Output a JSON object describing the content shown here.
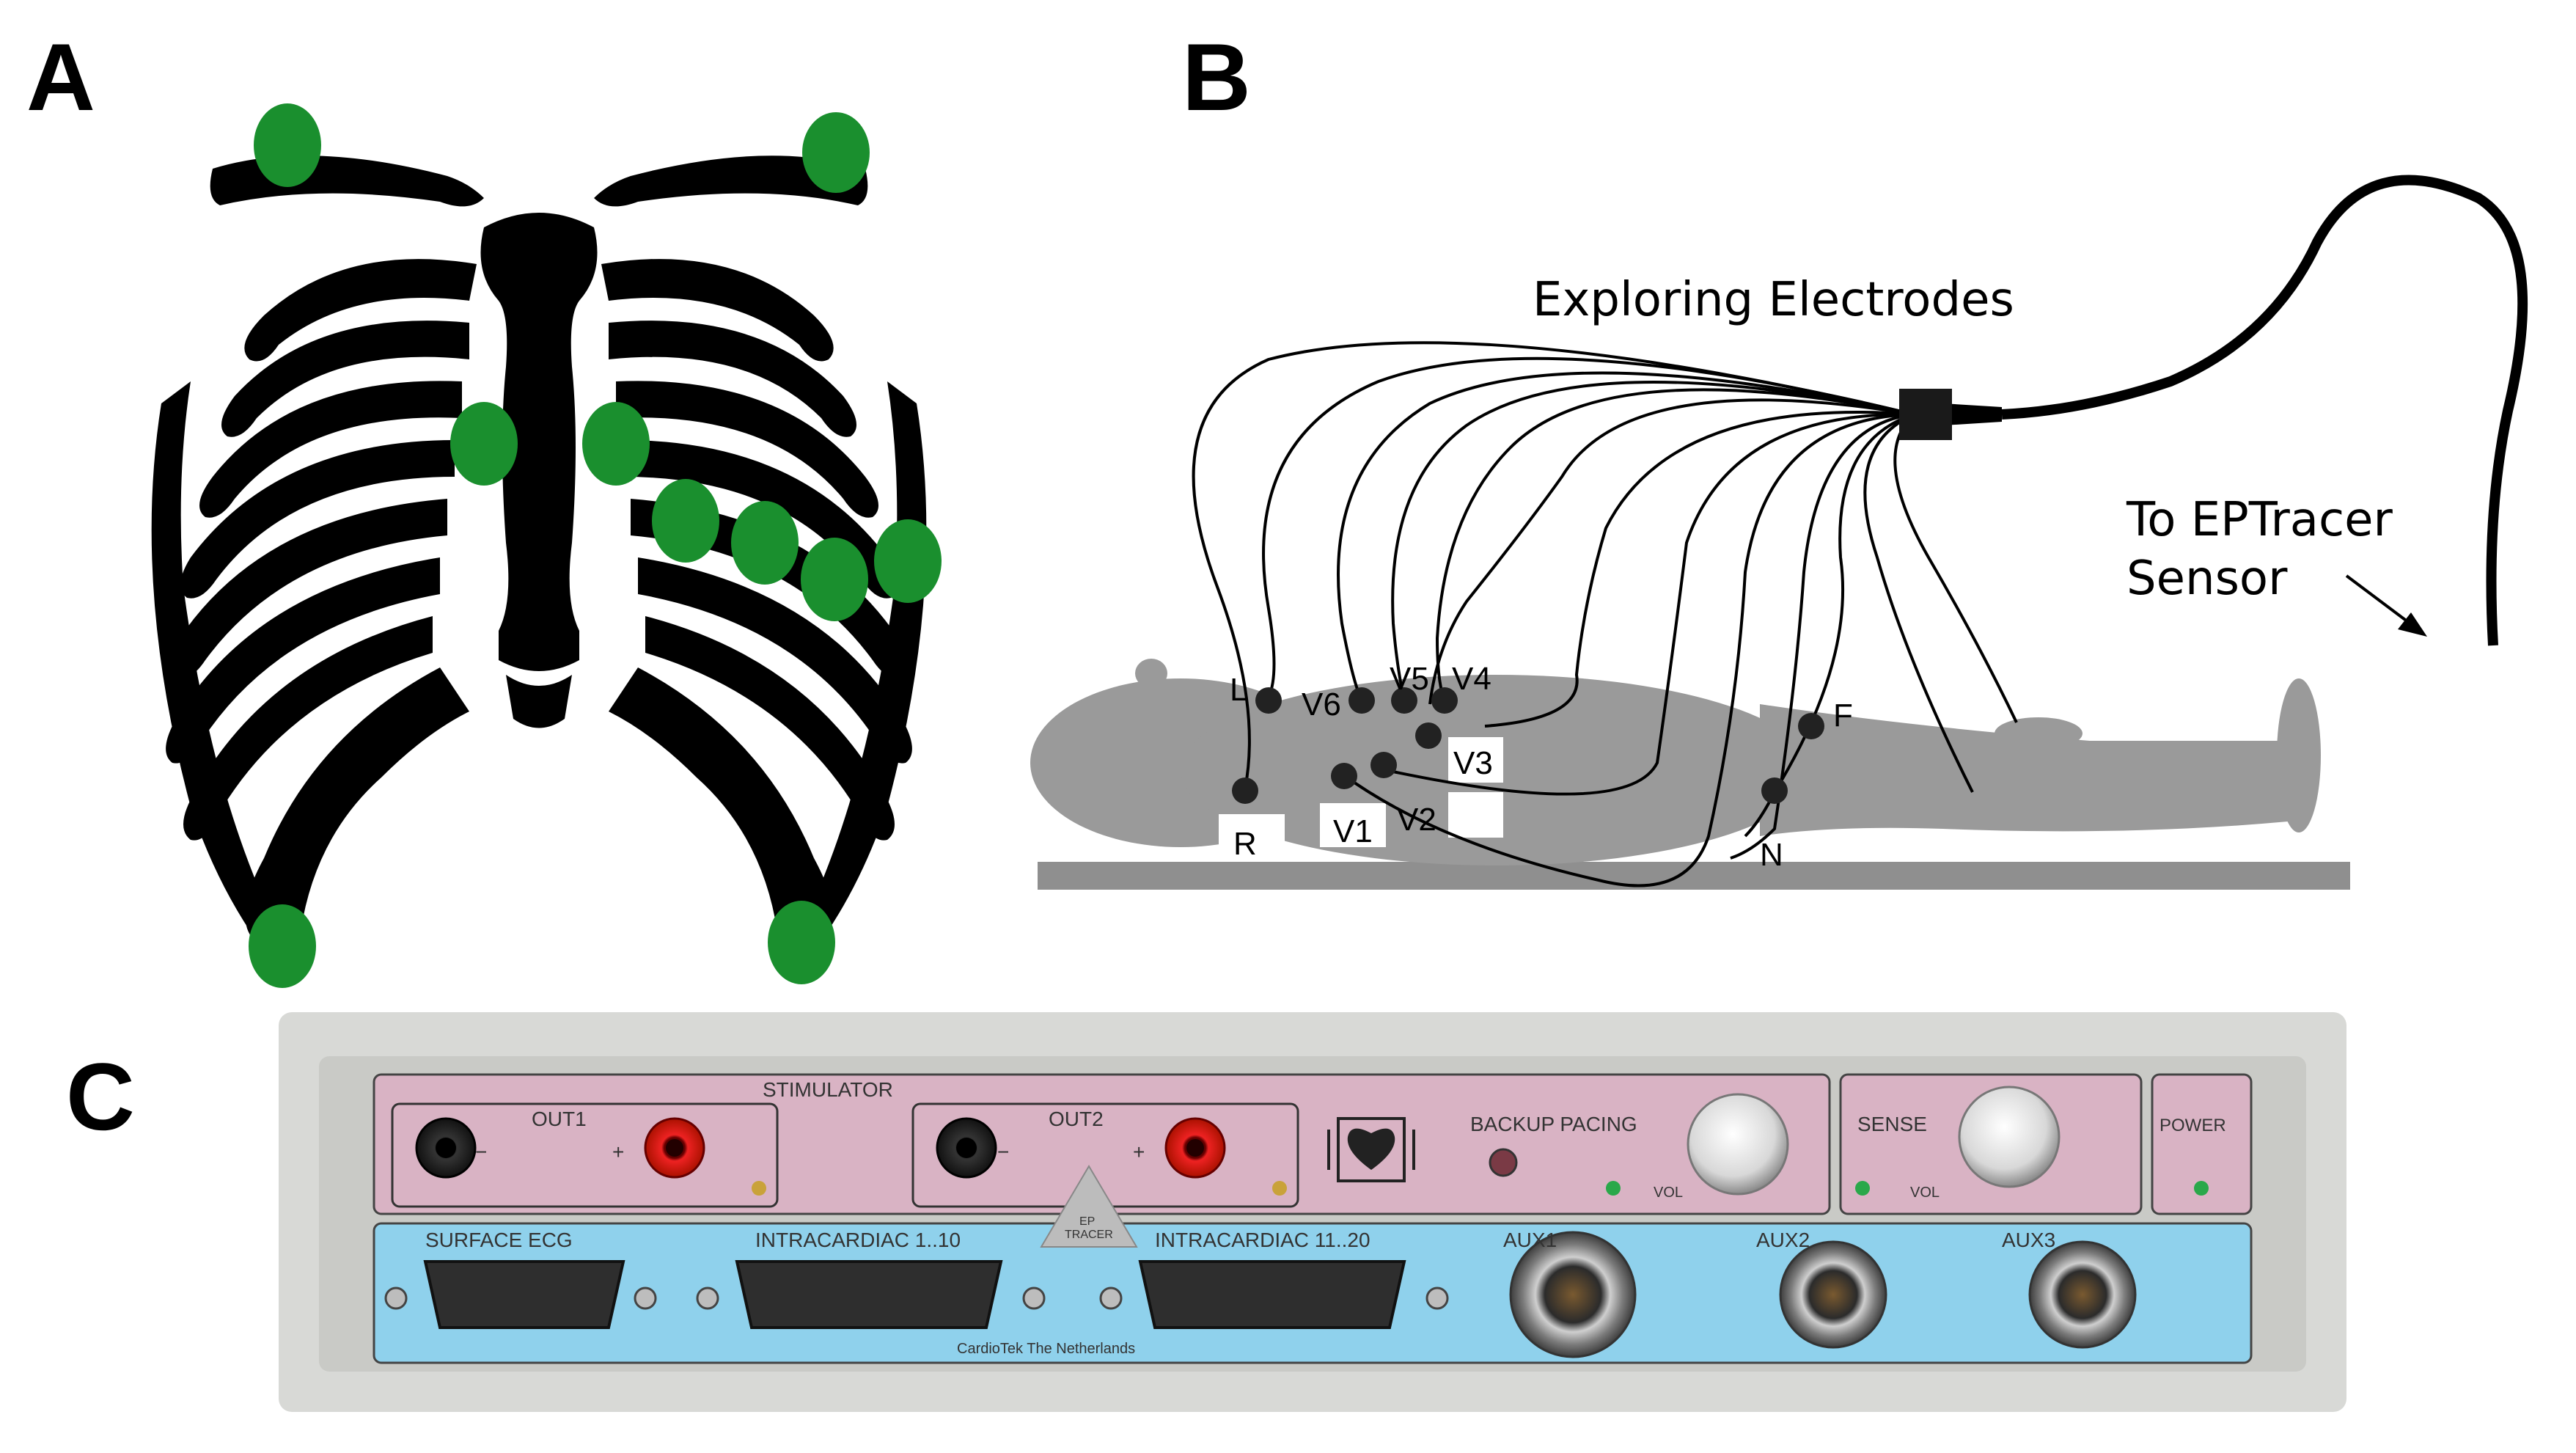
{
  "panels": {
    "a": {
      "letter": "A"
    },
    "b": {
      "letter": "B"
    },
    "c": {
      "letter": "C"
    }
  },
  "diagram_b": {
    "title": "Exploring Electrodes",
    "sensor_label_line1": "To EPTracer",
    "sensor_label_line2": "Sensor",
    "electrodes": [
      "L",
      "V6",
      "V5",
      "V4",
      "F",
      "V3",
      "R",
      "V1",
      "V2",
      "N"
    ]
  },
  "device": {
    "stimulator_label": "STIMULATOR",
    "out1_label": "OUT1",
    "out2_label": "OUT2",
    "minus": "−",
    "plus": "+",
    "backup_pacing_label": "BACKUP PACING",
    "sense_label": "SENSE",
    "vol_label": "VOL",
    "power_label": "POWER",
    "logo_line1": "EP",
    "logo_line2": "TRACER",
    "surface_ecg_label": "SURFACE ECG",
    "intracardiac_1_label": "INTRACARDIAC 1..10",
    "intracardiac_2_label": "INTRACARDIAC 11..20",
    "aux1_label": "AUX1",
    "aux2_label": "AUX2",
    "aux3_label": "AUX3",
    "maker_label": "CardioTek  The Netherlands"
  },
  "colors": {
    "electrode_green": "#1a8f2e",
    "bone": "#000000",
    "body_grey": "#9a9a9a",
    "stimulator_panel": "#d9b3c4",
    "connector_panel": "#8fd1ec",
    "chassis": "#d8d9d6"
  }
}
